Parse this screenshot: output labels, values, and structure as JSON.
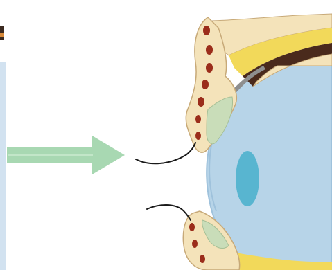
{
  "image": {
    "kind": "anatomical-illustration",
    "subject": "eye-and-eyelid-cross-section",
    "labels": []
  },
  "palette": {
    "background": "#ffffff",
    "eyeball_fill": "#b7d4e8",
    "eyeball_edge": "#9fc2dc",
    "lens_fill": "#58b5d0",
    "skin_fill": "#f4e3ba",
    "skin_edge": "#c7a978",
    "fat_yellow": "#f2d95a",
    "dark_brown_band": "#4a2a1c",
    "muscle_red": "#9b2d1b",
    "conjunctiva_green": "#c9ddb9",
    "gray_tendon": "#8e8e8e",
    "arrow_green": "#a8d8b2",
    "eyelash_black": "#1a1a1a",
    "left_edge_blue": "#d2e2f0",
    "left_edge_dark": "#3b2a20",
    "left_edge_orange": "#d88a3a"
  },
  "arrow": {
    "direction": "right",
    "meaning": "viewing-direction"
  },
  "icons": [
    "arrow-right-icon",
    "eyelash-icon"
  ]
}
